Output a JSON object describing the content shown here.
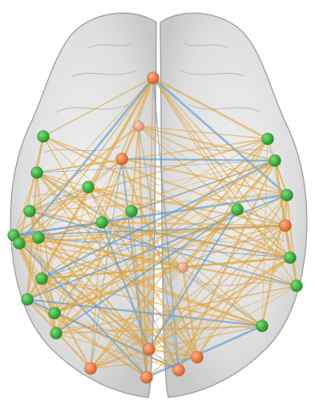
{
  "figure": {
    "background": "#ffffff",
    "brain_fill": "#d8d8d8",
    "brain_stroke": "#9a9a9a",
    "edge_colors": {
      "positive": "#e0a43a",
      "negative": "#5b9bd5"
    },
    "node_colors": {
      "green": "#2fa32f",
      "orange": "#f07b3f",
      "pale_orange": "#e9a07c"
    }
  },
  "nodes": [
    {
      "id": "n01",
      "group": "orange"
    },
    {
      "id": "n02",
      "group": "pale_orange"
    },
    {
      "id": "n03",
      "group": "orange"
    },
    {
      "id": "n04",
      "group": "green"
    },
    {
      "id": "n05",
      "group": "green"
    },
    {
      "id": "n06",
      "group": "green"
    },
    {
      "id": "n07",
      "group": "green"
    },
    {
      "id": "n08",
      "group": "green"
    },
    {
      "id": "n09",
      "group": "green"
    },
    {
      "id": "n10",
      "group": "green"
    },
    {
      "id": "n11",
      "group": "green"
    },
    {
      "id": "n12",
      "group": "green"
    },
    {
      "id": "n13",
      "group": "green"
    },
    {
      "id": "n14",
      "group": "green"
    },
    {
      "id": "n15",
      "group": "green"
    },
    {
      "id": "n16",
      "group": "green"
    },
    {
      "id": "n17",
      "group": "green"
    },
    {
      "id": "n18",
      "group": "green"
    },
    {
      "id": "n19",
      "group": "green"
    },
    {
      "id": "n20",
      "group": "orange"
    },
    {
      "id": "n21",
      "group": "green"
    },
    {
      "id": "n22",
      "group": "green"
    },
    {
      "id": "n23",
      "group": "green"
    },
    {
      "id": "n24",
      "group": "green"
    },
    {
      "id": "n25",
      "group": "orange"
    },
    {
      "id": "n26",
      "group": "orange"
    },
    {
      "id": "n27",
      "group": "orange"
    },
    {
      "id": "n28",
      "group": "orange"
    },
    {
      "id": "n29",
      "group": "orange"
    },
    {
      "id": "n30",
      "group": "pale_orange"
    }
  ]
}
